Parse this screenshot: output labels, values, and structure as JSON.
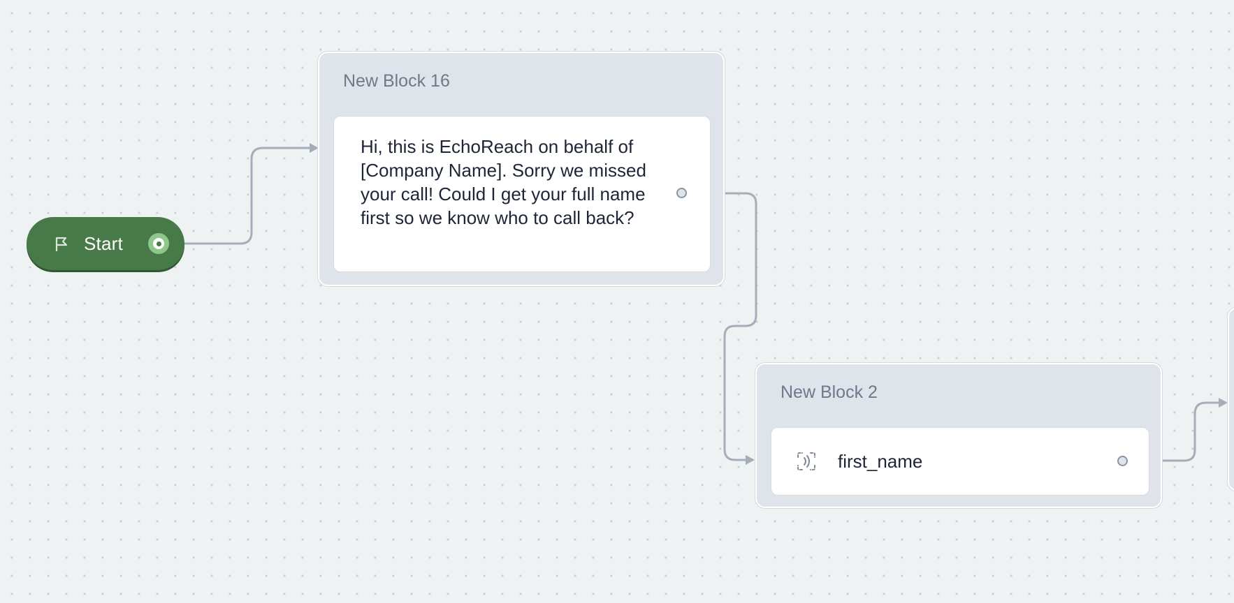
{
  "start": {
    "label": "Start",
    "icon": "flag-icon",
    "colors": {
      "background": "#477a48",
      "port": "#8fc78a"
    }
  },
  "blocks": [
    {
      "title": "New Block 16",
      "step": {
        "type": "speak",
        "text": "Hi, this is EchoReach on behalf of [Company Name]. Sorry we missed your call! Could I get your full name first so we know who to call back?"
      }
    },
    {
      "title": "New Block 2",
      "step": {
        "type": "capture",
        "icon": "capture-icon",
        "text": "first_name"
      }
    }
  ],
  "colors": {
    "canvas": "#eef2f3",
    "block": "#dfe3ea",
    "connector": "#a5adb9",
    "text": "#1d2537",
    "title": "#6c7a8c"
  }
}
